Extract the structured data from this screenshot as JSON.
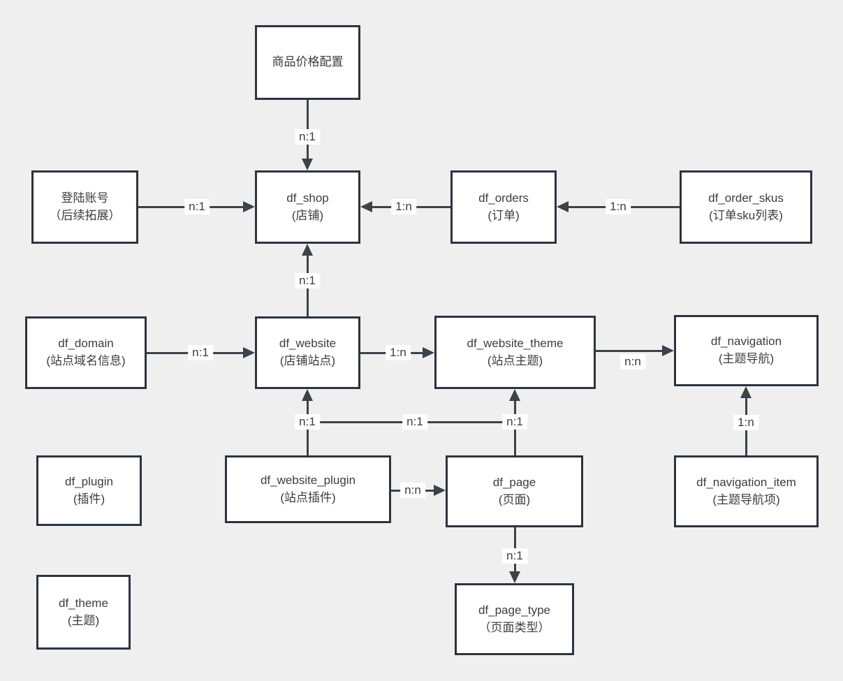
{
  "diagram": {
    "type": "entity-relationship",
    "colors": {
      "background": "#efefef",
      "node_fill": "#ffffff",
      "node_border": "#2b3440",
      "line": "#3d4249",
      "text": "#3d3d3d"
    },
    "nodes": [
      {
        "id": "product-price-config",
        "line1": "商品价格配置",
        "line2": ""
      },
      {
        "id": "login-account",
        "line1": "登陆账号",
        "line2": "（后续拓展）"
      },
      {
        "id": "df-shop",
        "line1": "df_shop",
        "line2": "(店铺)"
      },
      {
        "id": "df-orders",
        "line1": "df_orders",
        "line2": "(订单)"
      },
      {
        "id": "df-order-skus",
        "line1": "df_order_skus",
        "line2": "(订单sku列表)"
      },
      {
        "id": "df-domain",
        "line1": "df_domain",
        "line2": "(站点域名信息)"
      },
      {
        "id": "df-website",
        "line1": "df_website",
        "line2": "(店铺站点)"
      },
      {
        "id": "df-website-theme",
        "line1": "df_website_theme",
        "line2": "(站点主题)"
      },
      {
        "id": "df-navigation",
        "line1": "df_navigation",
        "line2": "(主题导航)"
      },
      {
        "id": "df-plugin",
        "line1": "df_plugin",
        "line2": "(插件)"
      },
      {
        "id": "df-website-plugin",
        "line1": "df_website_plugin",
        "line2": "(站点插件)"
      },
      {
        "id": "df-page",
        "line1": "df_page",
        "line2": "(页面)"
      },
      {
        "id": "df-navigation-item",
        "line1": "df_navigation_item",
        "line2": "(主题导航项)"
      },
      {
        "id": "df-theme",
        "line1": "df_theme",
        "line2": "(主题)"
      },
      {
        "id": "df-page-type",
        "line1": "df_page_type",
        "line2": "（页面类型）"
      }
    ],
    "edges": [
      {
        "from": "商品价格配置",
        "to": "df_shop",
        "label": "n:1"
      },
      {
        "from": "登陆账号",
        "to": "df_shop",
        "label": "n:1"
      },
      {
        "from": "df_orders",
        "to": "df_shop",
        "label": "1:n"
      },
      {
        "from": "df_order_skus",
        "to": "df_orders",
        "label": "1:n"
      },
      {
        "from": "df_website",
        "to": "df_shop",
        "label": "n:1"
      },
      {
        "from": "df_domain",
        "to": "df_website",
        "label": "n:1"
      },
      {
        "from": "df_website",
        "to": "df_website_theme",
        "label": "1:n"
      },
      {
        "from": "df_website_theme",
        "to": "df_navigation",
        "label": "n:n"
      },
      {
        "from": "df_website_plugin",
        "to": "df_website",
        "label": "n:1"
      },
      {
        "from": "df_page",
        "to": "df_website",
        "label": "n:1"
      },
      {
        "from": "df_page",
        "to": "df_website_theme",
        "label": "n:1"
      },
      {
        "from": "df_website_plugin",
        "to": "df_page",
        "label": "n:n"
      },
      {
        "from": "df_navigation_item",
        "to": "df_navigation",
        "label": "1:n"
      },
      {
        "from": "df_page",
        "to": "df_page_type",
        "label": "n:1"
      }
    ]
  }
}
